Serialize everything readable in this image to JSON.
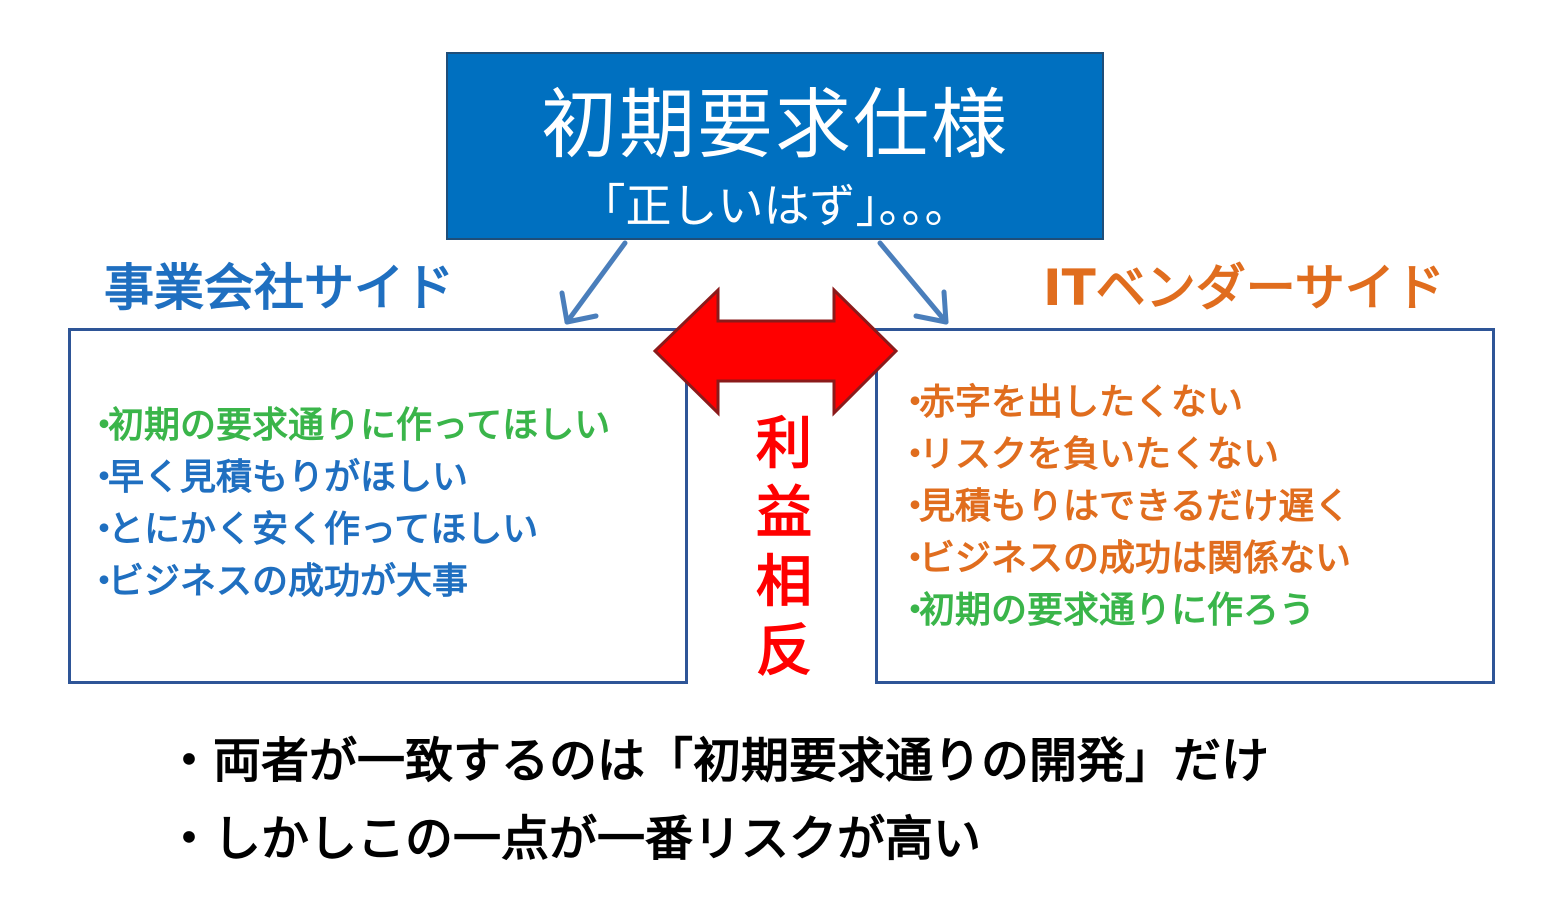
{
  "top_box": {
    "title": "初期要求仕様",
    "subtitle": "「正しいはず」。。。"
  },
  "left": {
    "label": "事業会社サイド",
    "bullet": "・",
    "items": [
      {
        "text": "初期の要求通りに作ってほしい",
        "color": "#3ab54a"
      },
      {
        "text": "早く見積もりがほしい",
        "color": "#1f6fc0"
      },
      {
        "text": "とにかく安く作ってほしい",
        "color": "#1f6fc0"
      },
      {
        "text": "ビジネスの成功が大事",
        "color": "#1f6fc0"
      }
    ]
  },
  "right": {
    "label": "ITベンダーサイド",
    "bullet": "・",
    "items": [
      {
        "text": "赤字を出したくない",
        "color": "#e06d1e"
      },
      {
        "text": "リスクを負いたくない",
        "color": "#e06d1e"
      },
      {
        "text": "見積もりはできるだけ遅く",
        "color": "#e06d1e"
      },
      {
        "text": "ビジネスの成功は関係ない",
        "color": "#e06d1e"
      },
      {
        "text": "初期の要求通りに作ろう",
        "color": "#3ab54a"
      }
    ]
  },
  "conflict": {
    "chars": [
      "利",
      "益",
      "相",
      "反"
    ]
  },
  "conclusion": {
    "bullet": "・",
    "lines": [
      "両者が一致するのは「初期要求通りの開発」だけ",
      "しかしこの一点が一番リスクが高い"
    ]
  },
  "colors": {
    "top_box_fill": "#0070c0",
    "top_box_border": "#1f4e79",
    "panel_border": "#2e5597",
    "left_label": "#1f6fc0",
    "right_label": "#e06d1e",
    "conflict_arrow": "#ff0000",
    "conflict_arrow_border": "#8b1a1a",
    "connector_arrows": "#4a7ebb"
  }
}
